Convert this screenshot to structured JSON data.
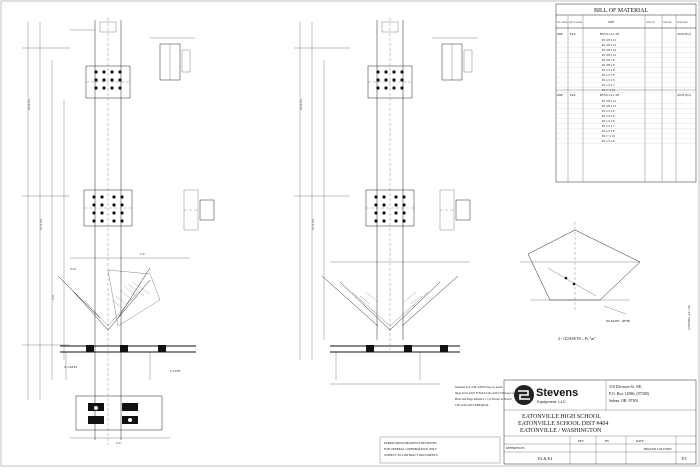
{
  "bom": {
    "title": "BILL OF MATERIAL",
    "headers": [
      "NO. REQ'D",
      "PIECE MARK",
      "SIZE",
      "LENGTH",
      "WEIGHT",
      "REMARKS"
    ],
    "group1": {
      "qty": "ONE",
      "mark": "E2A",
      "size": "HSS 6 x 6 x 3/8",
      "remark": "ASSY (E2)"
    },
    "group2": {
      "qty": "ONE",
      "mark": "E4A",
      "size": "HSS 6 x 6 x 3/8",
      "remark": "ASSY (E4)"
    },
    "plates1": [
      "PL 3/8 x 12",
      "PL 3/8 x 12",
      "PL 3/8 x 10",
      "PL 3/8 x 12",
      "PL 3/8 x 8",
      "PL 3/8 x 8",
      "PL 1/2 x 8",
      "PL 1/2 x 8",
      "PL 1/2 x 8",
      "PL 1/2 x 7",
      "PL 1\" x 10"
    ],
    "plates2": [
      "PL 3/8 x 12",
      "PL 3/8 x 12",
      "PL 1/2 x 8",
      "PL 1/2 x 8",
      "PL 1/2 x 8",
      "PL 1/2 x 7",
      "PL 1/2 x 8",
      "PL 1\" x 10",
      "PL 1/2 x 8"
    ]
  },
  "detail": {
    "gusset_label": "2 - GUSSETS – Pc \"m\"",
    "no_paint": "NO PAINT - (BTH)"
  },
  "notes": {
    "material_lines": [
      "Material A.S.T.M. A36 Except as noted",
      "Shop bolts A325 N  Field bolts A325 N  Except as Noted",
      "Hole and Edge Distance  1 1/2  Except as Noted",
      "CJP welds  AWS PREQUAL"
    ],
    "stamp_lines": [
      "FABRICATION DRAWINGS REVIEWED",
      "FOR GENERAL CONFORMANCE ONLY",
      "SUBJECT TO CONTRACT DOCUMENTS"
    ]
  },
  "titleblock": {
    "company": "Stevens",
    "company_sub": "Equipment, LLC",
    "address": [
      "118 Division St. NE,",
      "P.O. Box 12086, (97309)",
      "Salem, OR. 97301"
    ],
    "project": [
      "EATONVILLE HIGH SCHOOL",
      "EATONVILLE SCHOOL DIST #404",
      "EATONVILLE / WASHINGTON"
    ],
    "drawing_title": "BRACED COLUMNS",
    "column_marks": "E2 & E4",
    "sheet_no": "E3",
    "references": "REFERENCES",
    "rev_label": "REV",
    "by_label": "BY",
    "date_label": "DATE"
  },
  "margin_text": "2-DETAIL: 4 4-7/16"
}
